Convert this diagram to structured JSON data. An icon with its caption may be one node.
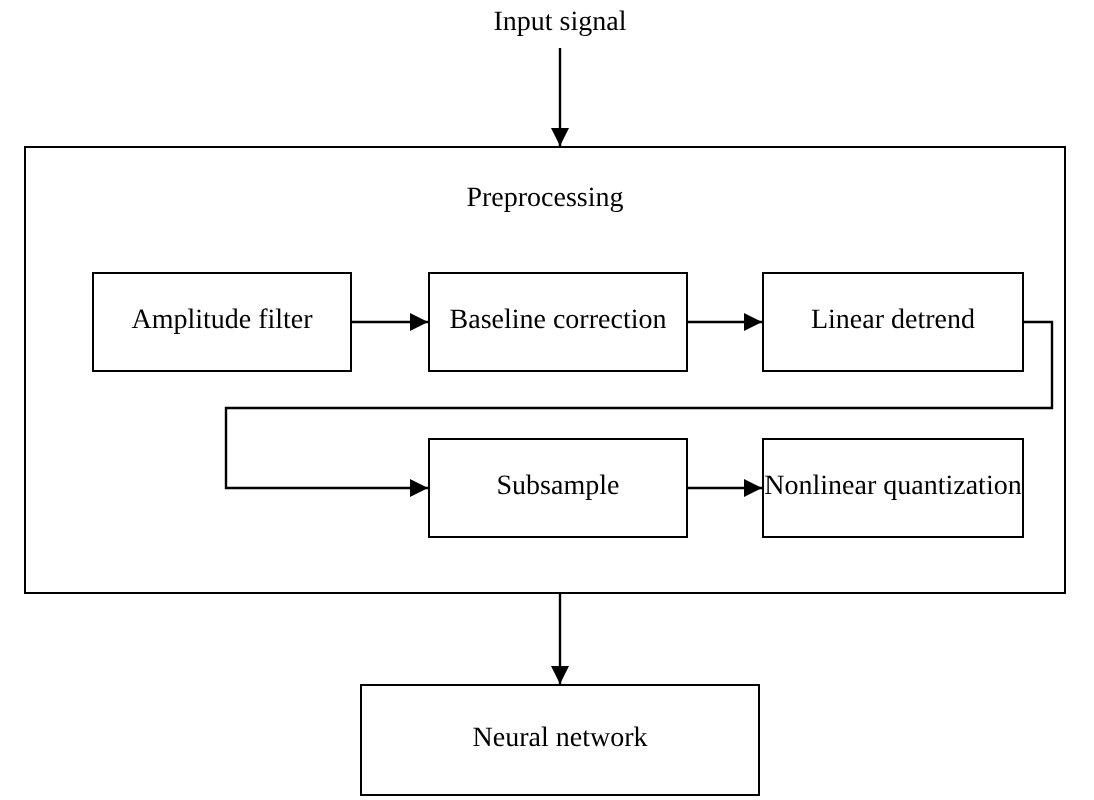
{
  "diagram": {
    "nodes": [
      {
        "text": [
          "Input signal"
        ]
      },
      {
        "text": [
          "Preprocessing"
        ]
      },
      {
        "text": [
          "Amplitude filter"
        ],
        "in": 1
      },
      {
        "text": [
          "Baseline correction"
        ],
        "in": 1
      },
      {
        "text": [
          "Linear detrend"
        ],
        "in": 1
      },
      {
        "text": [
          "Subsample"
        ],
        "in": 1
      },
      {
        "text": [
          "Nonlinear quantization"
        ],
        "in": 1
      },
      {
        "text": [
          "Neural network"
        ]
      }
    ],
    "edges": [
      {
        "from": 0,
        "to": 1,
        "arrow": "to"
      },
      {
        "from": 2,
        "to": 3,
        "arrow": "to"
      },
      {
        "from": 3,
        "to": 4,
        "arrow": "to"
      },
      {
        "from": 4,
        "to": 5,
        "arrow": "to"
      },
      {
        "from": 5,
        "to": 6,
        "arrow": "to"
      },
      {
        "from": 1,
        "to": 7,
        "arrow": "to"
      }
    ]
  }
}
